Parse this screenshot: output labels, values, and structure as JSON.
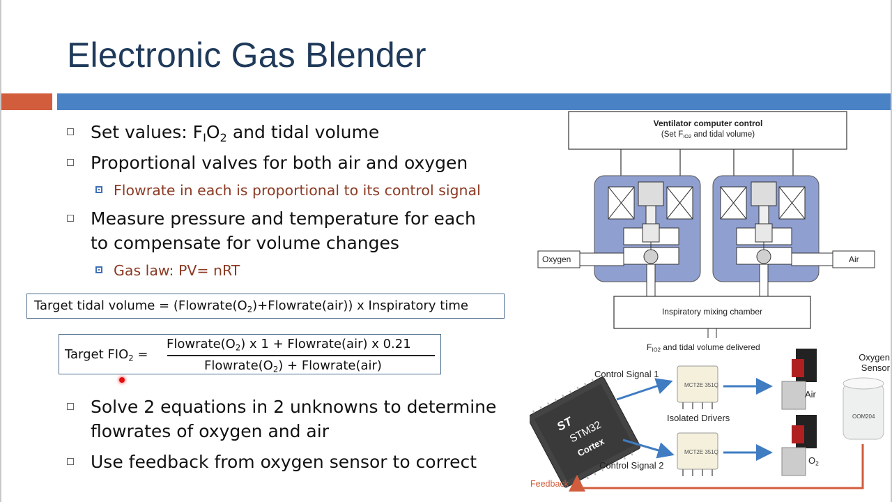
{
  "slide": {
    "title": "Electronic Gas Blender",
    "bullets": [
      {
        "pre": "Set values: F",
        "sub": "I",
        "mid": "O",
        "sub2": "2",
        "post": " and tidal volume"
      },
      {
        "text": "Proportional valves for both air and oxygen"
      },
      {
        "text": "Measure pressure and temperature for each"
      },
      {
        "text": "to compensate for volume changes"
      },
      {
        "text": "Solve 2 equations in 2 unknowns to determine"
      },
      {
        "text": "flowrates of oxygen and air"
      },
      {
        "text": "Use feedback from oxygen sensor to correct"
      }
    ],
    "subbullets": [
      {
        "text": "Flowrate in each is proportional to its control signal"
      },
      {
        "text": "Gas law: PV= nRT"
      }
    ],
    "eq1": {
      "a": "Target tidal volume = (Flowrate(O",
      "s": "2",
      "b": ")+Flowrate(air)) x Inspiratory time"
    },
    "eq2": {
      "lhs_a": "Target FIO",
      "lhs_s": "2",
      "lhs_b": " =",
      "num_a": "Flowrate(O",
      "num_s": "2",
      "num_b": ") x 1 + Flowrate(air) x 0.21",
      "den_a": "Flowrate(O",
      "den_s": "2",
      "den_b": ") + Flowrate(air)"
    }
  },
  "diagram": {
    "control_title": "Ventilator computer control",
    "control_sub_a": "(Set F",
    "control_sub_s": "IO2",
    "control_sub_b": " and tidal volume)",
    "oxygen": "Oxygen",
    "air": "Air",
    "mixing": "Inspiratory mixing chamber",
    "delivered_a": "F",
    "delivered_s": "IO2",
    "delivered_b": " and tidal volume delivered",
    "control1": "Control Signal 1",
    "control2": "Control Signal 2",
    "isolated": "Isolated Drivers",
    "air_valve": "Air",
    "o2_valve": "O",
    "o2_sub": "2",
    "sensor_a": "Oxygen",
    "sensor_b": "Sensor",
    "feedback": "Feedback",
    "chip_brand": "STM32",
    "chip_core": "Cortex",
    "driver_code": "MCT2E 351Q",
    "sensor_code": "OOM204"
  },
  "colors": {
    "title": "#1f3a5a",
    "accent_orange": "#d25d3c",
    "accent_blue": "#4a82c6",
    "subbullet": "#8b3a24",
    "valve_body": "#8f9fd0",
    "feedback": "#d25d3c"
  }
}
